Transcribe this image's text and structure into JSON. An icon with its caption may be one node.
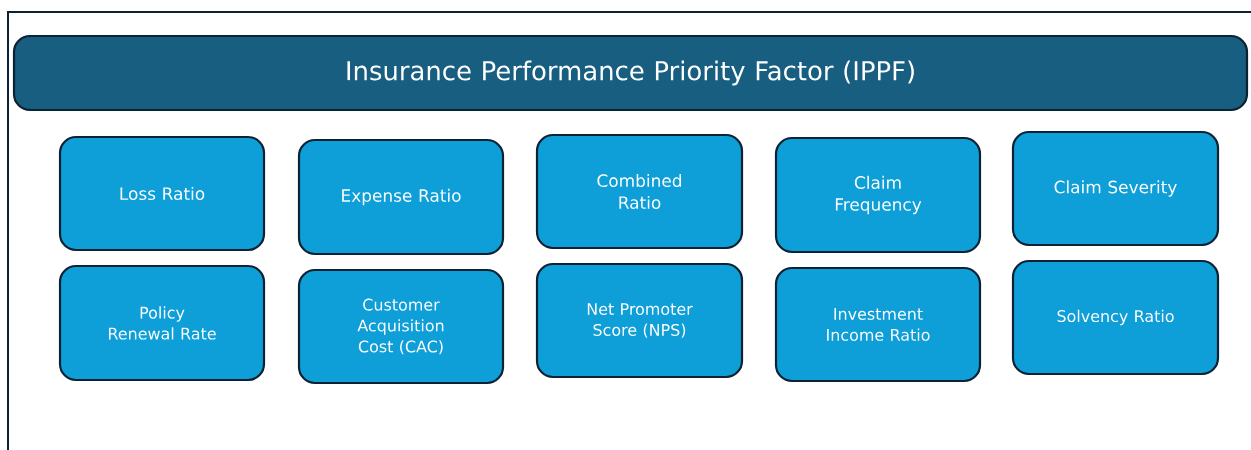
{
  "diagram": {
    "nodes": [
      {
        "text": [
          "Insurance Performance Priority Factor (IPPF)"
        ]
      },
      {
        "text": [
          "Loss Ratio"
        ]
      },
      {
        "text": [
          "Expense Ratio"
        ]
      },
      {
        "text": [
          "Combined Ratio"
        ]
      },
      {
        "text": [
          "Claim Frequency"
        ]
      },
      {
        "text": [
          "Claim Severity"
        ]
      },
      {
        "text": [
          "Policy Renewal Rate"
        ]
      },
      {
        "text": [
          "Customer Acquisition Cost (CAC)"
        ]
      },
      {
        "text": [
          "Net Promoter Score (NPS)"
        ]
      },
      {
        "text": [
          "Investment Income Ratio"
        ]
      },
      {
        "text": [
          "Solvency Ratio"
        ]
      }
    ]
  }
}
